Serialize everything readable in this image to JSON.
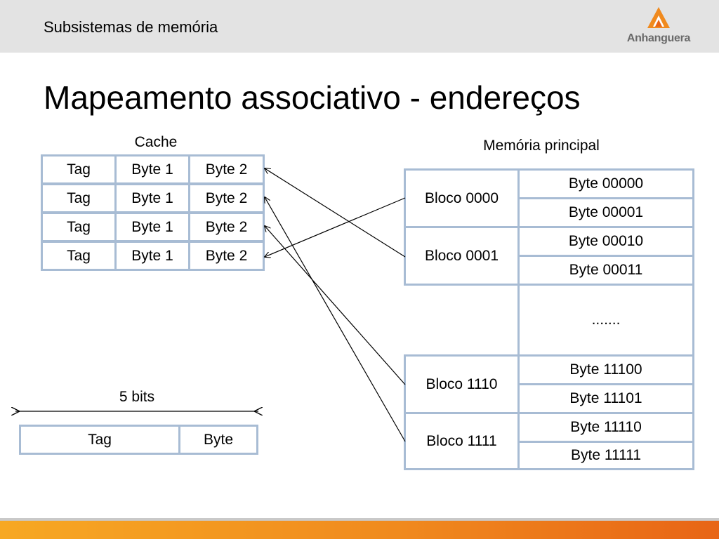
{
  "header": {
    "section_title": "Subsistemas de memória",
    "logo_text": "Anhanguera"
  },
  "slide": {
    "title": "Mapeamento associativo - endereços"
  },
  "cache": {
    "label": "Cache",
    "rows": [
      {
        "tag": "Tag",
        "byte1": "Byte 1",
        "byte2": "Byte 2"
      },
      {
        "tag": "Tag",
        "byte1": "Byte 1",
        "byte2": "Byte 2"
      },
      {
        "tag": "Tag",
        "byte1": "Byte 1",
        "byte2": "Byte 2"
      },
      {
        "tag": "Tag",
        "byte1": "Byte 1",
        "byte2": "Byte 2"
      }
    ]
  },
  "main_memory": {
    "label": "Memória principal",
    "blocks": [
      {
        "name": "Bloco 0000",
        "bytes": [
          "Byte 00000",
          "Byte 00001"
        ]
      },
      {
        "name": "Bloco 0001",
        "bytes": [
          "Byte 00010",
          "Byte 00011"
        ]
      },
      {
        "name": "Bloco 1110",
        "bytes": [
          "Byte 11100",
          "Byte 11101"
        ]
      },
      {
        "name": "Bloco 1111",
        "bytes": [
          "Byte 11110",
          "Byte 11111"
        ]
      }
    ],
    "ellipsis": "......."
  },
  "address_format": {
    "width_label": "5 bits",
    "fields": [
      "Tag",
      "Byte"
    ]
  },
  "colors": {
    "cell_border": "#a8bcd4",
    "header_bg": "#e3e3e3",
    "accent_orange": "#f08a1e"
  }
}
